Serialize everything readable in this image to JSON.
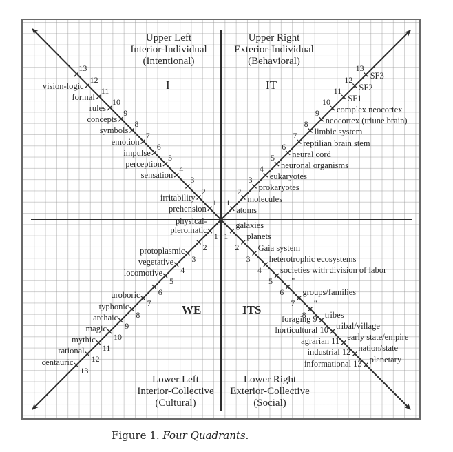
{
  "figure": {
    "caption_label": "Figure 1.",
    "caption_title": "Four Quadrants."
  },
  "quadrants": {
    "upper_left": {
      "heading": [
        "Upper Left",
        "Interior-Individual",
        "(Intentional)"
      ],
      "code": "I",
      "levels": [
        {
          "n": "1",
          "label": "prehension"
        },
        {
          "n": "2",
          "label": "irritability"
        },
        {
          "n": "3",
          "label": ""
        },
        {
          "n": "4",
          "label": "sensation"
        },
        {
          "n": "5",
          "label": "perception"
        },
        {
          "n": "6",
          "label": "impulse"
        },
        {
          "n": "7",
          "label": "emotion"
        },
        {
          "n": "8",
          "label": "symbols"
        },
        {
          "n": "9",
          "label": "concepts"
        },
        {
          "n": "10",
          "label": "rules"
        },
        {
          "n": "11",
          "label": "formal"
        },
        {
          "n": "12",
          "label": "vision-logic"
        },
        {
          "n": "13",
          "label": ""
        }
      ]
    },
    "upper_right": {
      "heading": [
        "Upper Right",
        "Exterior-Individual",
        "(Behavioral)"
      ],
      "code": "IT",
      "levels": [
        {
          "n": "1",
          "label": "atoms"
        },
        {
          "n": "2",
          "label": "molecules"
        },
        {
          "n": "3",
          "label": "prokaryotes"
        },
        {
          "n": "4",
          "label": "eukaryotes"
        },
        {
          "n": "5",
          "label": "neuronal organisms"
        },
        {
          "n": "6",
          "label": "neural cord"
        },
        {
          "n": "7",
          "label": "reptilian brain stem"
        },
        {
          "n": "8",
          "label": "limbic system"
        },
        {
          "n": "9",
          "label": "neocortex (triune brain)"
        },
        {
          "n": "10",
          "label": "complex neocortex"
        },
        {
          "n": "11",
          "label": "SF1"
        },
        {
          "n": "12",
          "label": "SF2"
        },
        {
          "n": "13",
          "label": "SF3"
        }
      ]
    },
    "lower_left": {
      "heading": [
        "Lower Left",
        "Interior-Collective",
        "(Cultural)"
      ],
      "code": "WE",
      "levels": [
        {
          "n": "1",
          "label": "physical-\npleromatic"
        },
        {
          "n": "2",
          "label": ""
        },
        {
          "n": "3",
          "label": "protoplasmic"
        },
        {
          "n": "4",
          "label": "vegetative"
        },
        {
          "n": "5",
          "label": "locomotive"
        },
        {
          "n": "6",
          "label": ""
        },
        {
          "n": "7",
          "label": "uroboric"
        },
        {
          "n": "8",
          "label": "typhonic"
        },
        {
          "n": "9",
          "label": "archaic"
        },
        {
          "n": "10",
          "label": "magic"
        },
        {
          "n": "11",
          "label": "mythic"
        },
        {
          "n": "12",
          "label": "rational"
        },
        {
          "n": "13",
          "label": "centauric"
        }
      ]
    },
    "lower_right": {
      "heading": [
        "Lower Right",
        "Exterior-Collective",
        "(Social)"
      ],
      "code": "ITS",
      "levels": [
        {
          "n": "1",
          "label": "galaxies",
          "left": ""
        },
        {
          "n": "2",
          "label": "planets",
          "left": ""
        },
        {
          "n": "3",
          "label": "Gaia system",
          "left": ""
        },
        {
          "n": "4",
          "label": "heterotrophic ecosystems",
          "left": ""
        },
        {
          "n": "5",
          "label": "societies with division of labor",
          "left": ""
        },
        {
          "n": "6",
          "label": "\"",
          "left": ""
        },
        {
          "n": "7",
          "label": "groups/families",
          "left": ""
        },
        {
          "n": "8",
          "label": "\"",
          "left": ""
        },
        {
          "n": "9",
          "label": "tribes",
          "left": "foraging"
        },
        {
          "n": "10",
          "label": "tribal/village",
          "left": "horticultural"
        },
        {
          "n": "11",
          "label": "early state/empire",
          "left": "agrarian"
        },
        {
          "n": "12",
          "label": "nation/state",
          "left": "industrial"
        },
        {
          "n": "13",
          "label": "planetary",
          "left": "informational"
        }
      ]
    }
  },
  "colors": {
    "ink": "#2a2a2a",
    "grid": "#969696",
    "frame": "#6a6a6a",
    "background": "#ffffff"
  }
}
